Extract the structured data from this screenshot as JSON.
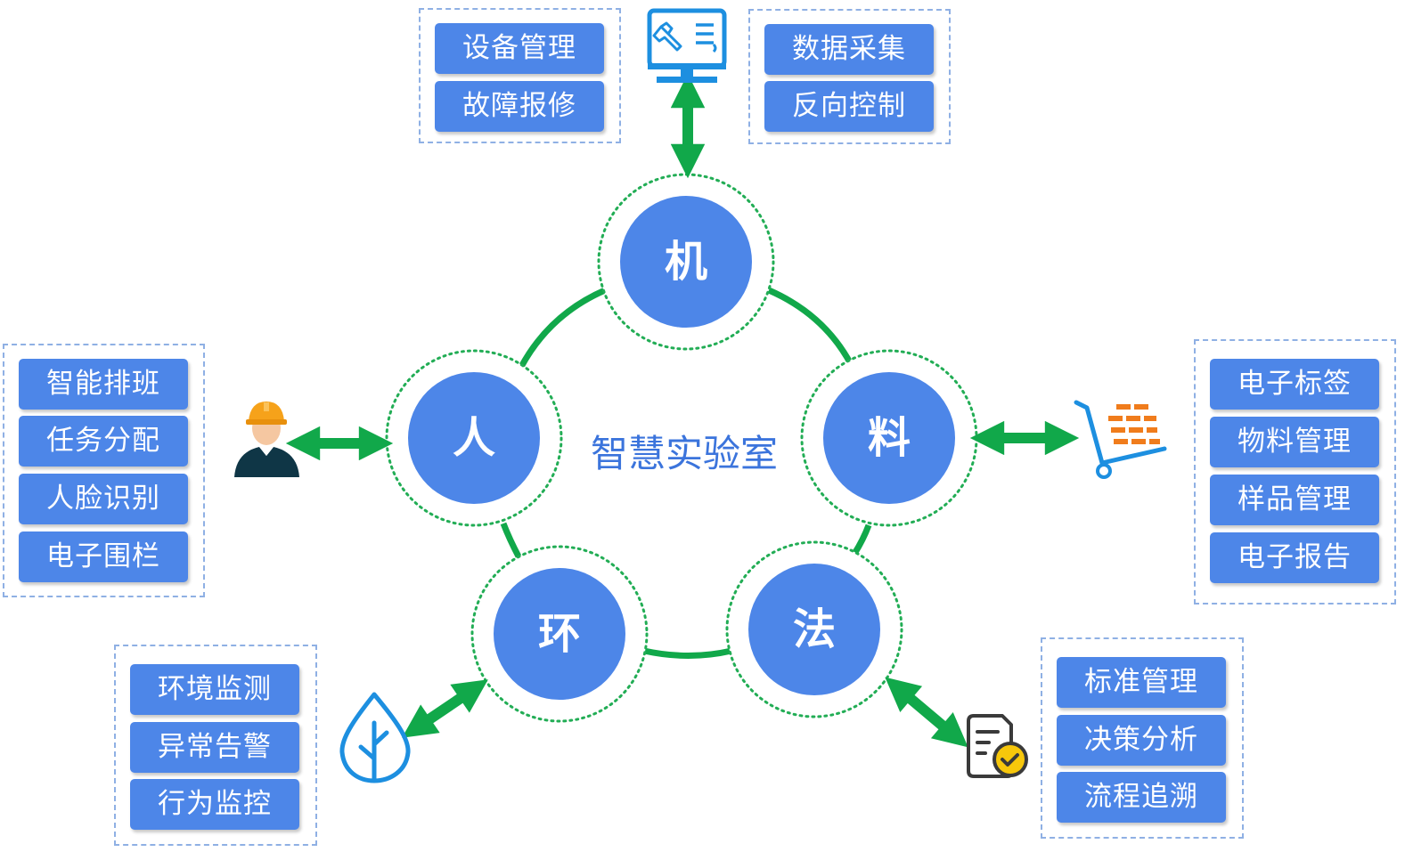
{
  "diagram": {
    "center_title": "智慧实验室",
    "hubs": {
      "ji": {
        "label": "机"
      },
      "ren": {
        "label": "人"
      },
      "liao": {
        "label": "料"
      },
      "huan": {
        "label": "环"
      },
      "fa": {
        "label": "法"
      }
    },
    "groups": {
      "equipment_left": [
        "设备管理",
        "故障报修"
      ],
      "equipment_right": [
        "数据采集",
        "反向控制"
      ],
      "people": [
        "智能排班",
        "任务分配",
        "人脸识别",
        "电子围栏"
      ],
      "materials": [
        "电子标签",
        "物料管理",
        "样品管理",
        "电子报告"
      ],
      "environment": [
        "环境监测",
        "异常告警",
        "行为监控"
      ],
      "methods": [
        "标准管理",
        "决策分析",
        "流程追溯"
      ]
    },
    "icons": {
      "ji": "monitor-tools-icon",
      "ren": "worker-icon",
      "liao": "cart-icon",
      "huan": "leaf-icon",
      "fa": "document-check-icon"
    },
    "colors": {
      "hub": "#4d86e8",
      "connector": "#11a84a",
      "dotted_ring": "#22ad55",
      "dashed_border": "#8fb0e4",
      "title": "#3b74dc"
    }
  }
}
